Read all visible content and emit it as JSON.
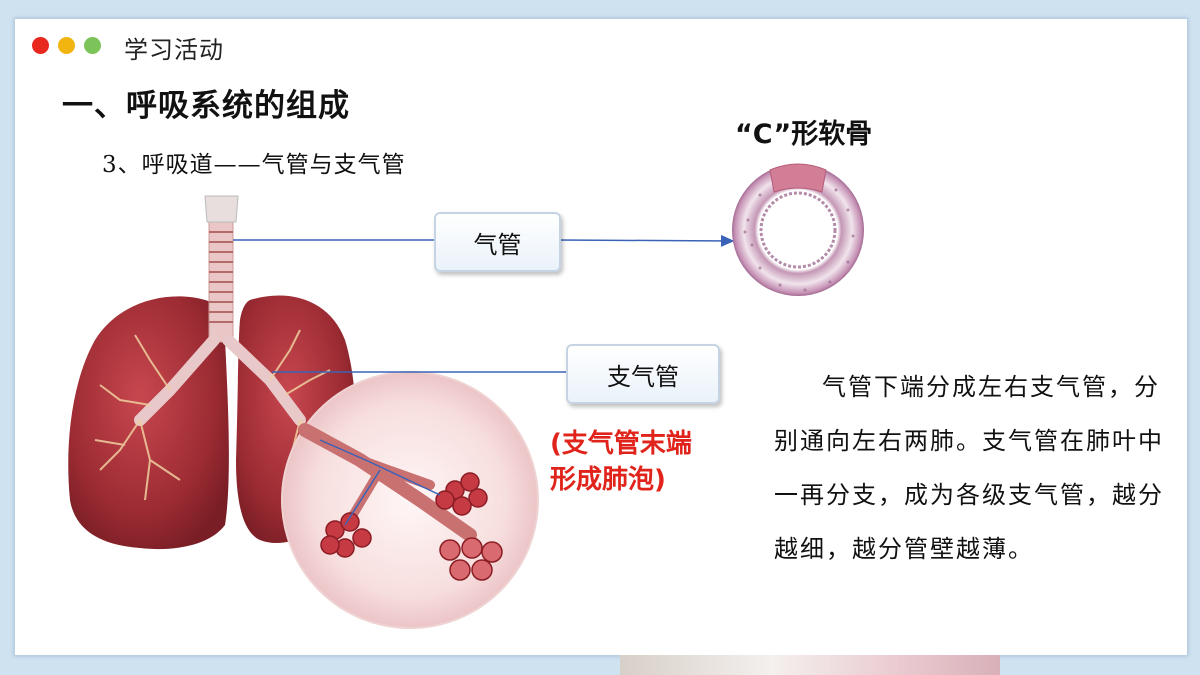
{
  "header": {
    "activity_title": "学习活动",
    "dot_colors": [
      "#e8281e",
      "#f2b50f",
      "#7cc35a"
    ]
  },
  "section_title": "一、呼吸系统的组成",
  "subtitle": "3、呼吸道——气管与支气管",
  "cartilage_title": "“C”形软骨",
  "labels": {
    "trachea": "气管",
    "bronchus": "支气管"
  },
  "red_note": "(支气管末端\n形成肺泡)",
  "paragraph": "气管下端分成左右支气管，分别通向左右两肺。支气管在肺叶中一再分支，成为各级支气管，越分越细，越分管壁越薄。",
  "colors": {
    "accent_red": "#e0241b",
    "lung": "#a8323a",
    "arrow_line": "#3a63b8"
  },
  "icons": [
    "lungs-illustration",
    "alveoli-magnifier",
    "c-cartilage-cross-section"
  ]
}
